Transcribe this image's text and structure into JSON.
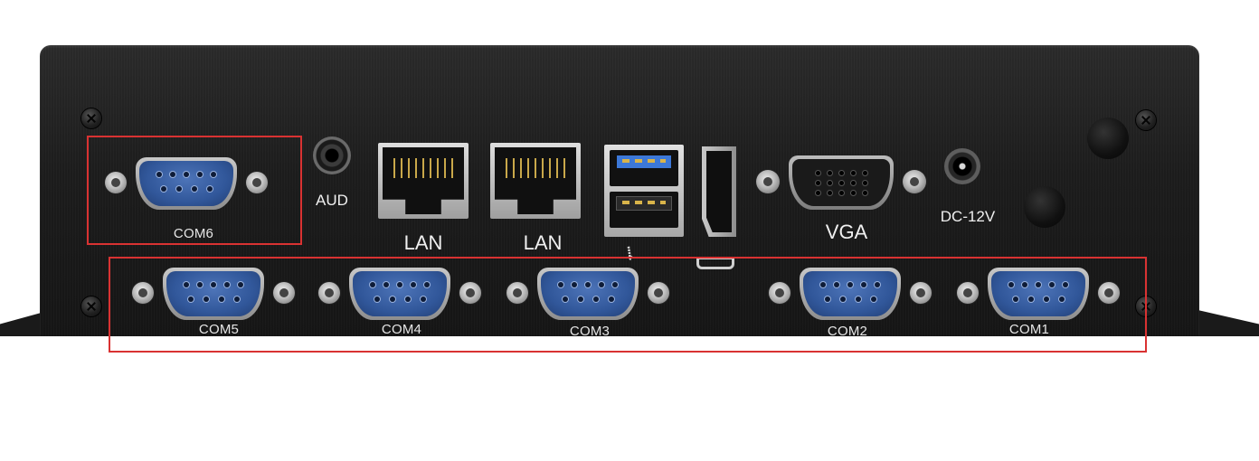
{
  "ports": {
    "aud": "AUD",
    "lan1": "LAN",
    "lan2": "LAN",
    "vga": "VGA",
    "dc": "DC-12V",
    "com1": "COM1",
    "com2": "COM2",
    "com3": "COM3",
    "com4": "COM4",
    "com5": "COM5",
    "com6": "COM6"
  },
  "icons": {
    "usb_symbol": "usb-icon"
  },
  "colors": {
    "highlight": "#d93232",
    "chassis": "#1c1c1c",
    "serial_face": "#31579a"
  }
}
